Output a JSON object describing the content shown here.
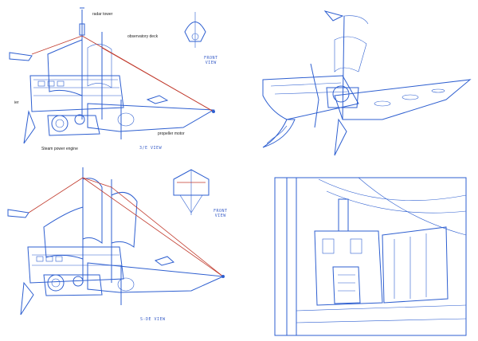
{
  "labels": {
    "radar_tower": "radar tower",
    "observatory_deck": "observatory deck",
    "propeller_motor": "propeller motor",
    "steam_power_engine": "Steam power engine",
    "ier": "ier"
  },
  "handwritten": {
    "front_view_top_line1": "FRONT",
    "front_view_top_line2": "VIEW",
    "side_view_top": "3/E VIEW",
    "front_view_bottom_line1": "FRONT",
    "front_view_bottom_line2": "VIEW",
    "side_view_bottom": "S-DE VIEW"
  },
  "colors": {
    "ink_blue": "#2e5fd0",
    "rig_red": "#c0392b",
    "label_black": "#1a1a1a"
  }
}
